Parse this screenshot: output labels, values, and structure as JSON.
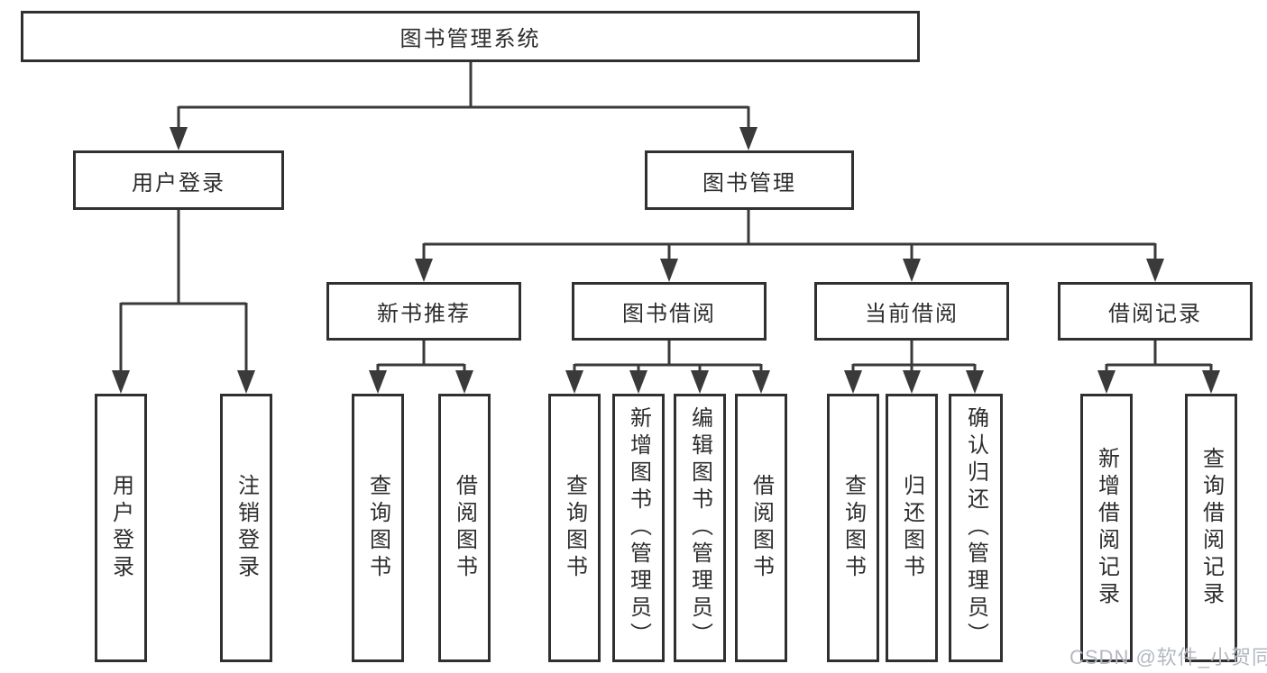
{
  "colors": {
    "border": "#303030",
    "line": "#3a3a3a",
    "text": "#2d2d2d",
    "background": "#ffffff",
    "watermark": "#b3b8bf"
  },
  "diagram": {
    "root": {
      "label": "图书管理系统"
    },
    "level2": [
      {
        "label": "用户登录"
      },
      {
        "label": "图书管理"
      }
    ],
    "level3": [
      {
        "label": "新书推荐"
      },
      {
        "label": "图书借阅"
      },
      {
        "label": "当前借阅"
      },
      {
        "label": "借阅记录"
      }
    ],
    "leaves": {
      "user_login": [
        {
          "label": "用户登录"
        },
        {
          "label": "注销登录"
        }
      ],
      "new_book_recommend": [
        {
          "label": "查询图书"
        },
        {
          "label": "借阅图书"
        }
      ],
      "book_borrowing": [
        {
          "label": "查询图书"
        },
        {
          "label": "新增图书（管理员）"
        },
        {
          "label": "编辑图书（管理员）"
        },
        {
          "label": "借阅图书"
        }
      ],
      "current_borrowing": [
        {
          "label": "查询图书"
        },
        {
          "label": "归还图书"
        },
        {
          "label": "确认归还（管理员）"
        }
      ],
      "borrowing_records": [
        {
          "label": "新增借阅记录"
        },
        {
          "label": "查询借阅记录"
        }
      ]
    }
  },
  "watermark": {
    "text": "CSDN @软件_小贺同学"
  }
}
